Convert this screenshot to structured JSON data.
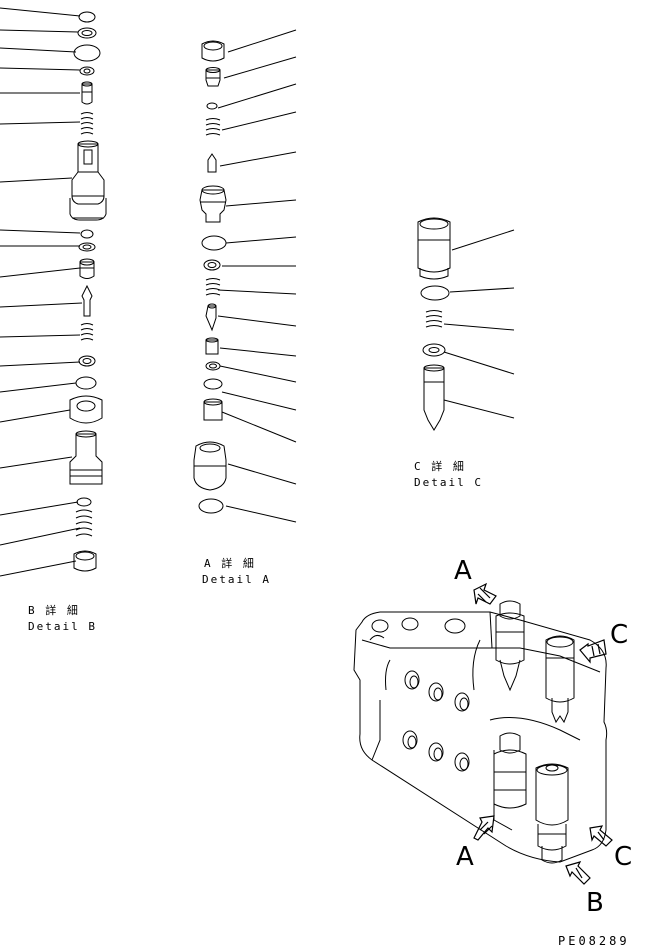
{
  "detail_b": {
    "title": "B 詳 細",
    "subtitle": "Detail B"
  },
  "detail_a": {
    "title": "A 詳 細",
    "subtitle": "Detail A"
  },
  "detail_c": {
    "title": "C 詳 細",
    "subtitle": "Detail C"
  },
  "view_labels": {
    "a_top": "A",
    "c_top": "C",
    "a_bottom": "A",
    "c_bottom": "C",
    "b_bottom": "B"
  },
  "drawing_code": "PE08289"
}
